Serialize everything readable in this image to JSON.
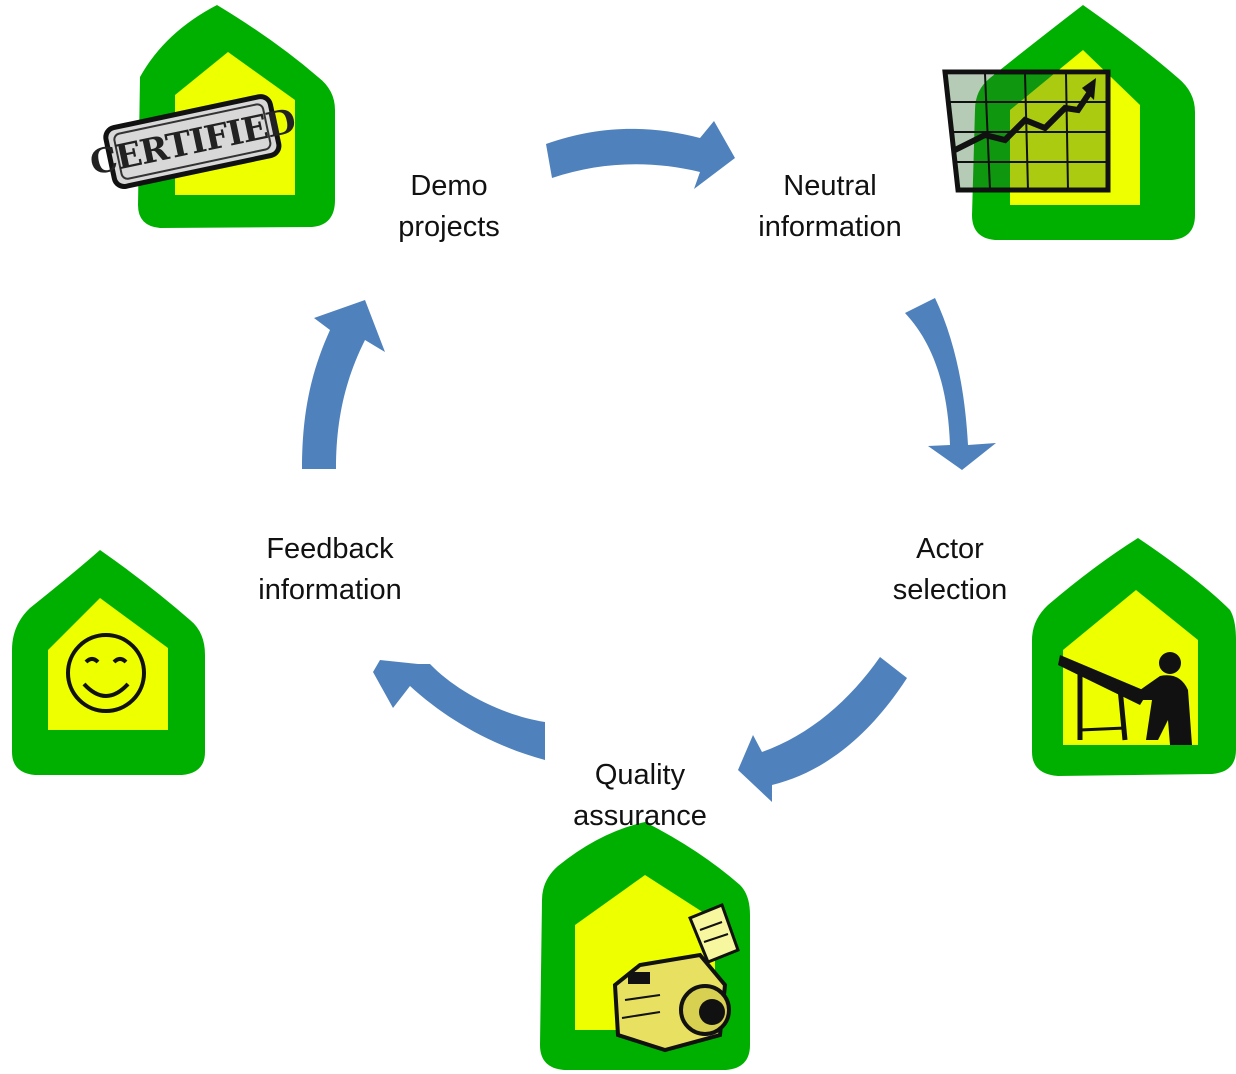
{
  "colors": {
    "arrow": "#4f81bd",
    "house_outer": "#00b000",
    "house_inner": "#eeff00",
    "ink": "#111111"
  },
  "steps": [
    {
      "id": "demo",
      "line1": "Demo",
      "line2": "projects",
      "icon": "certified-stamp-icon",
      "stamp_text": "CERTIFIED"
    },
    {
      "id": "neutral",
      "line1": "Neutral",
      "line2": "information",
      "icon": "line-chart-icon"
    },
    {
      "id": "actor",
      "line1": "Actor",
      "line2": "selection",
      "icon": "drafter-at-drawing-board-icon"
    },
    {
      "id": "quality",
      "line1": "Quality",
      "line2": "assurance",
      "icon": "camera-icon"
    },
    {
      "id": "feedback",
      "line1": "Feedback",
      "line2": "information",
      "icon": "smiley-face-icon"
    }
  ]
}
